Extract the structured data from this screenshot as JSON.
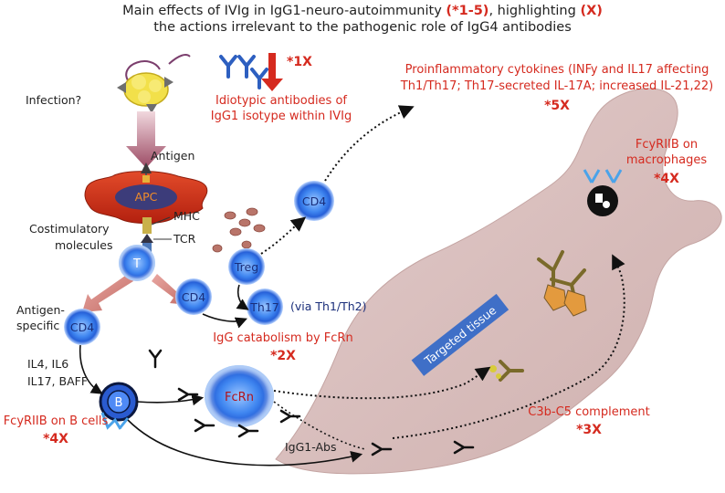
{
  "title": {
    "line1_pre": "Main effects of IVIg in IgG1-neuro-autoimmunity ",
    "line1_hl1": "(*1-5)",
    "line1_mid": ", highlighting ",
    "line1_hl2": "(X)",
    "line2": "the actions irrelevant to the pathogenic role of IgG4 antibodies"
  },
  "labels": {
    "infection": "Infection?",
    "antigen": "Antigen",
    "apc": "APC",
    "mhc": "MHC",
    "tcr": "TCR",
    "costim1": "Costimulatory",
    "costim2": "molecules",
    "t": "T",
    "cd4": "CD4",
    "treg": "Treg",
    "th17": "Th17",
    "via": "(via Th1/Th2)",
    "ag_spec1": "Antigen-",
    "ag_spec2": "specific",
    "il_a": "IL4, IL6",
    "il_b": "IL17, BAFF",
    "b": "B",
    "fcrn": "FcRn",
    "igg1_abs": "IgG1-Abs",
    "targeted": "Targeted tissue"
  },
  "effects": {
    "e1_marker": "*1X",
    "e1_line1": "Idiotypic antibodies of",
    "e1_line2": "IgG1 isotype within IVIg",
    "e2_line": "IgG catabolism by FcRn",
    "e2_marker": "*2X",
    "e3_line": "C3b-C5 complement",
    "e3_marker": "*3X",
    "e4a_line": "FcyRIIB on B cells",
    "e4a_marker": "*4X",
    "e4b_line1": "FcyRIIB on",
    "e4b_line2": "macrophages",
    "e4b_marker": "*4X",
    "e5_line1": "Proinflammatory cytokines (INFy and IL17 affecting",
    "e5_line2": "Th1/Th17; Th17-secreted IL-17A; increased IL-21,22)",
    "e5_marker": "*5X"
  },
  "colors": {
    "accent_red": "#d52a1f",
    "cell_blue": "#2e73e6",
    "tissue": "#d9c0bf",
    "antibody_blue": "#2d5fc0",
    "antibody_olive": "#7a6a2a",
    "label_box": "#3f6fc7"
  }
}
